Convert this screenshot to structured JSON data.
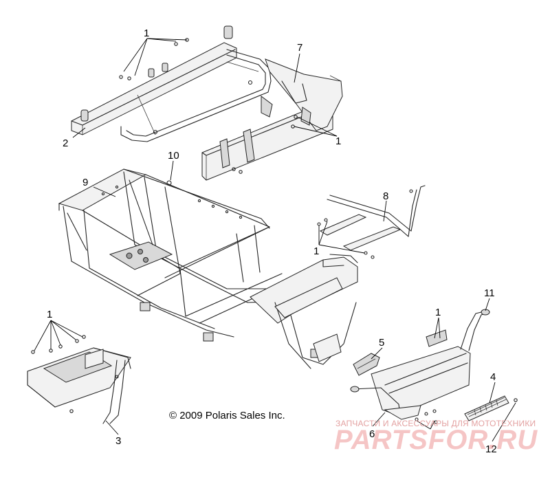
{
  "diagram": {
    "copyright": "© 2009 Polaris Sales Inc.",
    "callouts": {
      "c1a": "1",
      "c2": "2",
      "c7": "7",
      "c1b": "1",
      "c10": "10",
      "c9": "9",
      "c8": "8",
      "c1c": "1",
      "c1d": "1",
      "c3": "3",
      "c5": "5",
      "c11": "11",
      "c1e": "1",
      "c4": "4",
      "c6": "6",
      "c12": "12"
    }
  },
  "watermark": {
    "tagline": "ЗАПЧАСТИ И АКСЕССУАРЫ ДЛЯ МОТОТЕХНИКИ",
    "logo": "PARTSFOR.RU"
  }
}
